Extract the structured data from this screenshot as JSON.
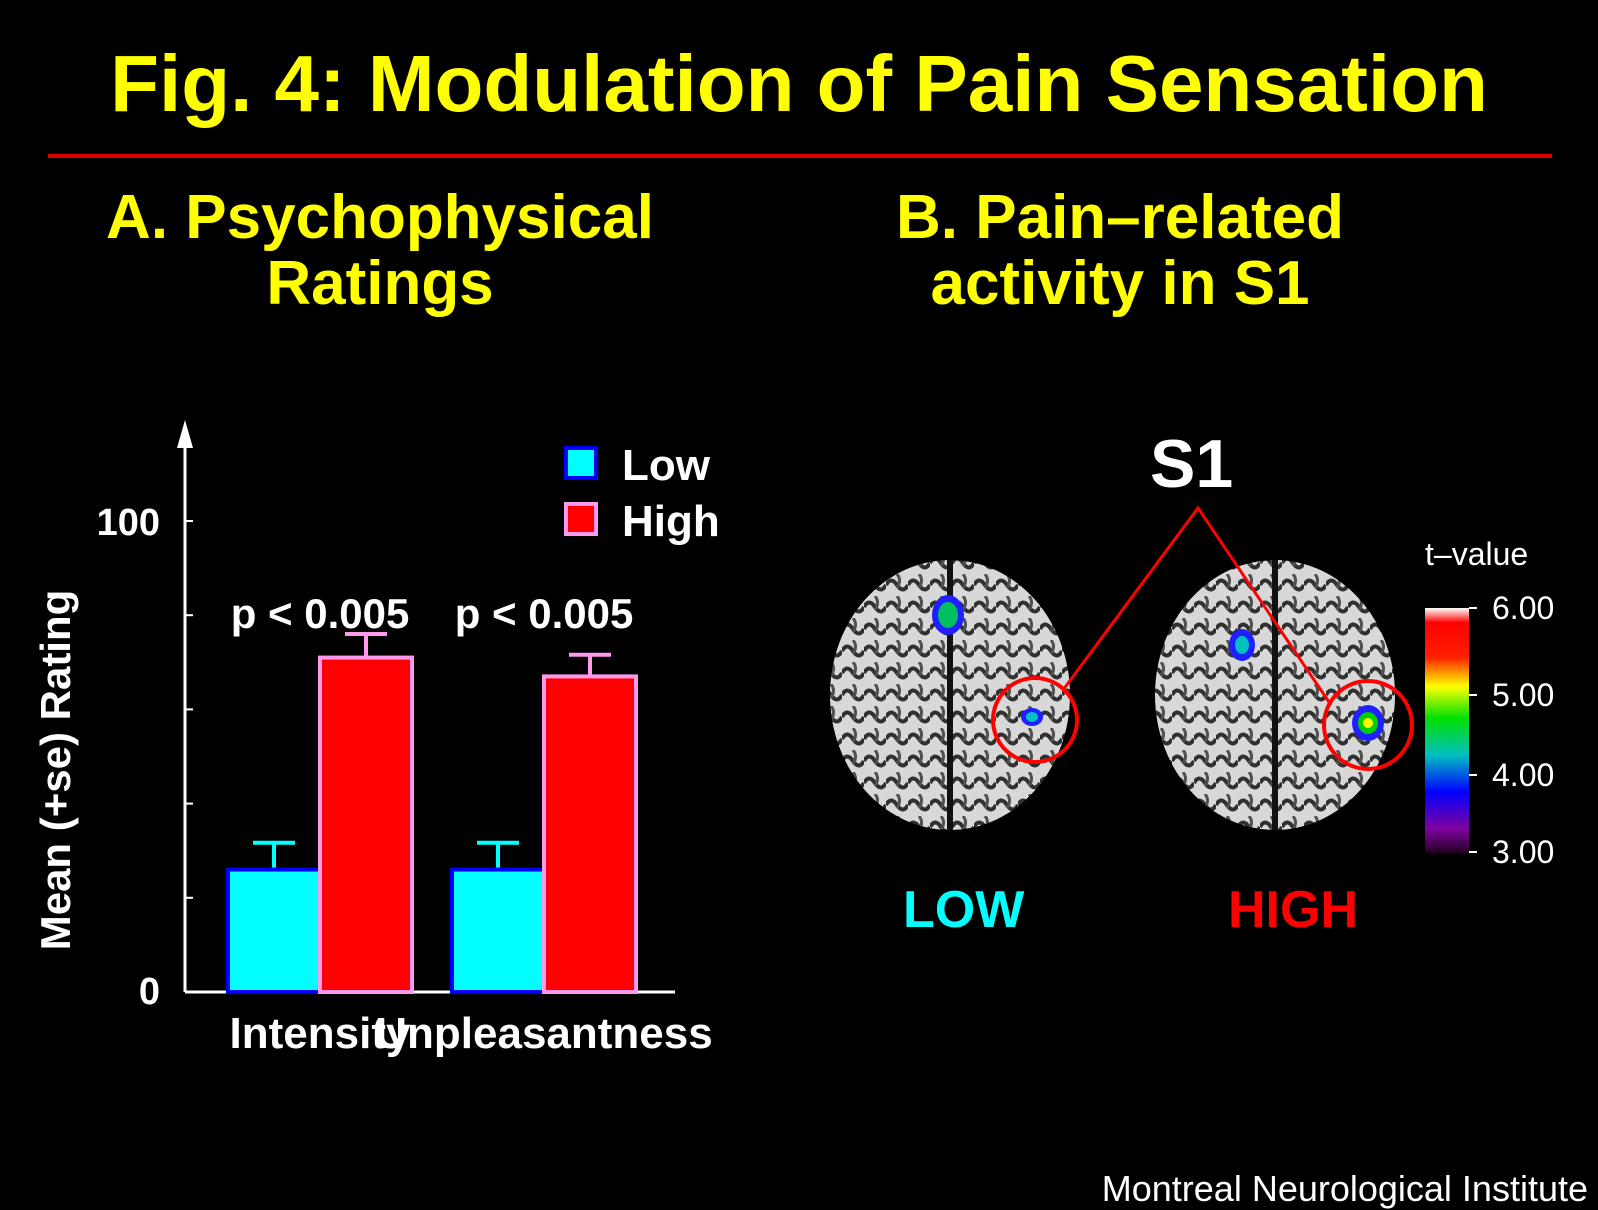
{
  "title": "Fig. 4: Modulation of Pain Sensation",
  "panel_a": {
    "line1": "A. Psychophysical",
    "line2": "Ratings"
  },
  "panel_b": {
    "line1": "B. Pain–related",
    "line2": "activity in S1"
  },
  "chart_data": {
    "type": "bar",
    "title": "A. Psychophysical Ratings",
    "xlabel": "",
    "ylabel": "Mean (+se) Rating",
    "ylim": [
      0,
      120
    ],
    "yticks": [
      0,
      20,
      40,
      60,
      80,
      100
    ],
    "ytick_labels": [
      "0",
      "100"
    ],
    "categories": [
      "Intensity",
      "Unpleasantness"
    ],
    "series": [
      {
        "name": "Low",
        "color": "#00ffff",
        "edge": "#0000ff",
        "values": [
          26,
          26
        ],
        "se": [
          5.7,
          5.7
        ]
      },
      {
        "name": "High",
        "color": "#ff0000",
        "edge": "#ff99ee",
        "values": [
          71,
          67
        ],
        "se": [
          5,
          4.6
        ]
      }
    ],
    "annotations": [
      "p < 0.005",
      "p < 0.005"
    ],
    "legend": "top-right"
  },
  "brain": {
    "s1_label": "S1",
    "low_label": "LOW",
    "high_label": "HIGH",
    "low_color": "#00ffff",
    "high_color": "#ff0000",
    "colorbar_title": "t–value",
    "colorbar_ticks": [
      "6.00",
      "5.00",
      "4.00",
      "3.00"
    ]
  },
  "credit": "Montreal Neurological Institute"
}
